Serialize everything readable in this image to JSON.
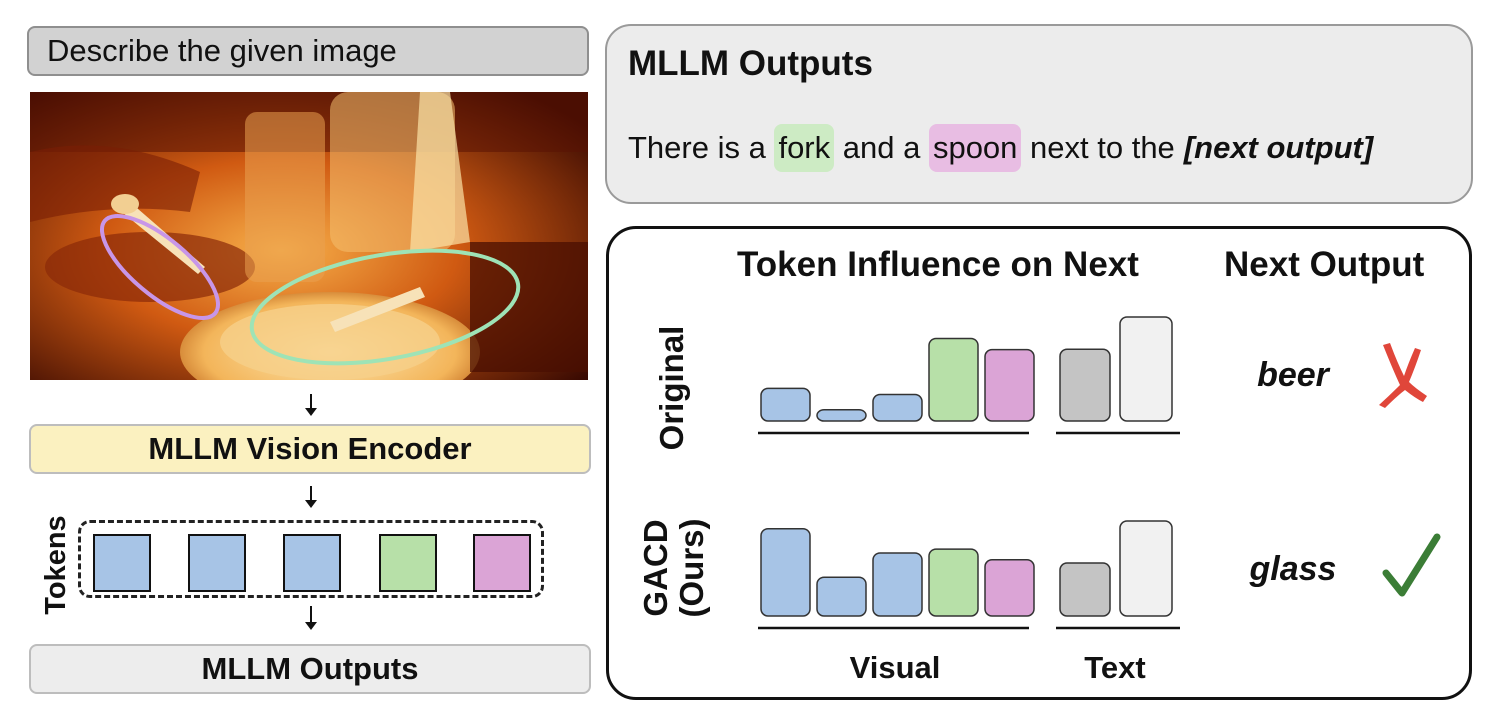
{
  "left": {
    "prompt": "Describe the given image",
    "encoder_label": "MLLM Vision Encoder",
    "tokens_label": "Tokens",
    "outputs_label": "MLLM Outputs",
    "tokens": [
      {
        "color": "#a7c4e6"
      },
      {
        "color": "#a7c4e6"
      },
      {
        "color": "#a7c4e6"
      },
      {
        "color": "#b7e0a8"
      },
      {
        "color": "#dba4d6"
      }
    ]
  },
  "outputs_panel": {
    "title": "MLLM Outputs",
    "sentence": {
      "part1": "There is a ",
      "word1": "fork",
      "part2": " and a ",
      "word2": "spoon",
      "part3": " next to the",
      "next": "[next output]"
    },
    "colors": {
      "fork": "#cdebc4",
      "spoon": "#e8bde3"
    }
  },
  "chart": {
    "header_influence": "Token Influence on Next",
    "header_output": "Next Output",
    "xlabel_visual": "Visual",
    "xlabel_text": "Text",
    "colors": {
      "visual_blue": "#a7c4e6",
      "visual_green": "#b7e0a8",
      "visual_pink": "#dba4d6",
      "text_gray": "#c4c4c4",
      "text_light": "#f1f1f1",
      "cross": "#e0463a",
      "check": "#3b7d36"
    }
  },
  "chart_data": {
    "type": "bar",
    "rows": [
      {
        "label": "Original",
        "visual": [
          {
            "value": 0.32,
            "color": "#a7c4e6"
          },
          {
            "value": 0.11,
            "color": "#a7c4e6"
          },
          {
            "value": 0.26,
            "color": "#a7c4e6"
          },
          {
            "value": 0.81,
            "color": "#b7e0a8"
          },
          {
            "value": 0.7,
            "color": "#dba4d6"
          }
        ],
        "text": [
          {
            "value": 0.69,
            "color": "#c4c4c4"
          },
          {
            "value": 1.0,
            "color": "#f1f1f1"
          }
        ],
        "next_output": "beer",
        "mark": "cross"
      },
      {
        "label": "GACD\n(Ours)",
        "label_line1": "GACD",
        "label_line2": "(Ours)",
        "visual": [
          {
            "value": 0.9,
            "color": "#a7c4e6"
          },
          {
            "value": 0.4,
            "color": "#a7c4e6"
          },
          {
            "value": 0.65,
            "color": "#a7c4e6"
          },
          {
            "value": 0.69,
            "color": "#b7e0a8"
          },
          {
            "value": 0.58,
            "color": "#dba4d6"
          }
        ],
        "text": [
          {
            "value": 0.53,
            "color": "#c4c4c4"
          },
          {
            "value": 0.95,
            "color": "#f1f1f1"
          }
        ],
        "next_output": "glass",
        "mark": "check"
      }
    ]
  },
  "photo": {
    "ellipse_colors": {
      "spoon": "#c896e8",
      "fork": "#9ee3b6"
    }
  }
}
